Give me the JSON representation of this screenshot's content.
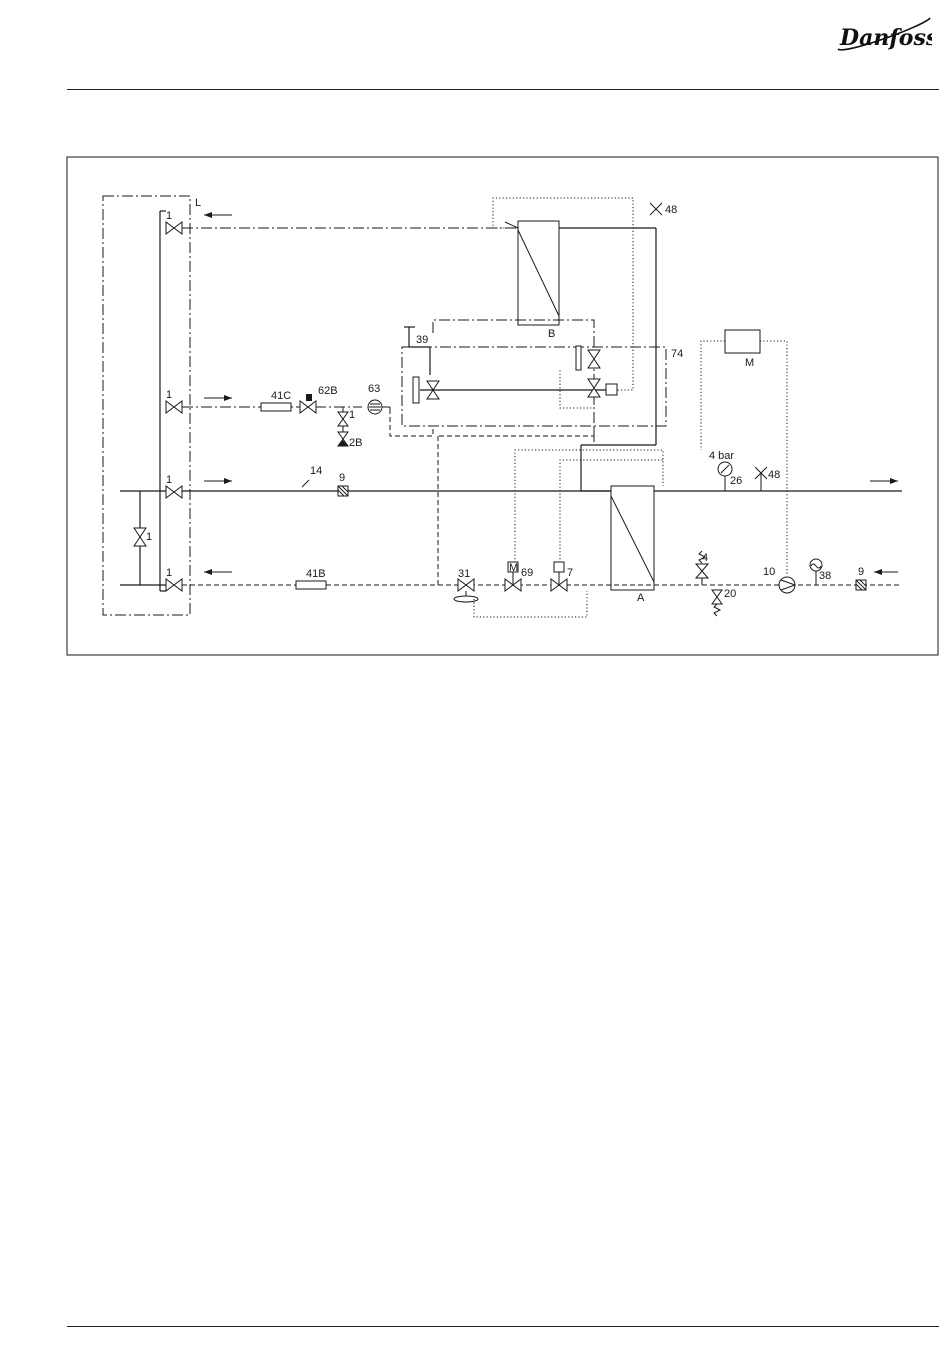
{
  "brand": {
    "name": "Danfoss"
  },
  "diagram": {
    "labels": {
      "L": "L",
      "one_a": "1",
      "one_b": "1",
      "one_c": "1",
      "one_d": "1",
      "one_e": "1",
      "one_f": "1",
      "c41": "41C",
      "c62b": "62B",
      "c63": "63",
      "two_b": "2B",
      "c39": "39",
      "B": "B",
      "c48a": "48",
      "c74": "74",
      "M_box": "M",
      "bar4": "4 bar",
      "c26": "26",
      "c48b": "48",
      "c14": "14",
      "c9a": "9",
      "c41b": "41B",
      "c31": "31",
      "M_valve": "M",
      "c69": "69",
      "c7": "7",
      "A": "A",
      "c4": "4",
      "c20": "20",
      "c10": "10",
      "c38": "38",
      "c9b": "9"
    }
  }
}
